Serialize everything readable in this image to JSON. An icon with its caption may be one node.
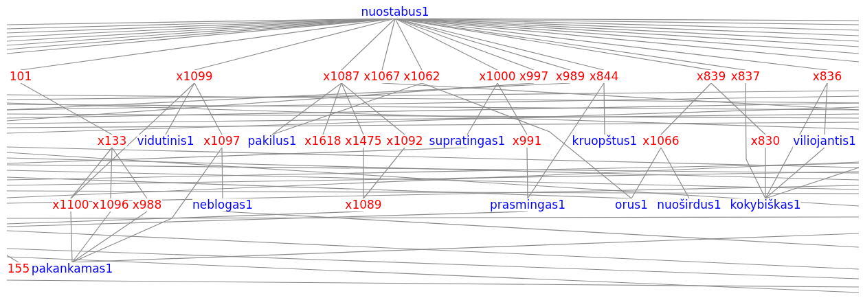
{
  "diagram": {
    "nodes": [
      {
        "text": [
          "nuostabus1"
        ]
      },
      {
        "text": [
          "101"
        ]
      },
      {
        "text": [
          "x1099"
        ]
      },
      {
        "text": [
          "x1087"
        ]
      },
      {
        "text": [
          "x1067"
        ]
      },
      {
        "text": [
          "x1062"
        ]
      },
      {
        "text": [
          "x1000"
        ]
      },
      {
        "text": [
          "x997"
        ]
      },
      {
        "text": [
          "x989"
        ]
      },
      {
        "text": [
          "x844"
        ]
      },
      {
        "text": [
          "x839"
        ]
      },
      {
        "text": [
          "x837"
        ]
      },
      {
        "text": [
          "x836"
        ]
      },
      {
        "text": [
          "x133"
        ]
      },
      {
        "text": [
          "vidutinis1"
        ]
      },
      {
        "text": [
          "x1097"
        ]
      },
      {
        "text": [
          "pakilus1"
        ]
      },
      {
        "text": [
          "x1618"
        ]
      },
      {
        "text": [
          "x1475"
        ]
      },
      {
        "text": [
          "x1092"
        ]
      },
      {
        "text": [
          "supratingas1"
        ]
      },
      {
        "text": [
          "x991"
        ]
      },
      {
        "text": [
          "kruopštus1"
        ]
      },
      {
        "text": [
          "x1066"
        ]
      },
      {
        "text": [
          "x830"
        ]
      },
      {
        "text": [
          "viliojantis1"
        ]
      },
      {
        "text": [
          "x1100"
        ]
      },
      {
        "text": [
          "x1096"
        ]
      },
      {
        "text": [
          "x988"
        ]
      },
      {
        "text": [
          "neblogas1"
        ]
      },
      {
        "text": [
          "x1089"
        ]
      },
      {
        "text": [
          "prasmingas1"
        ]
      },
      {
        "text": [
          "orus1"
        ]
      },
      {
        "text": [
          "nuoširdus1"
        ]
      },
      {
        "text": [
          "kokybiškas1"
        ]
      },
      {
        "text": [
          "155"
        ]
      },
      {
        "text": [
          "pakankamas1"
        ]
      }
    ],
    "edges": [
      {
        "from": 0,
        "to": 1,
        "arrow": "none"
      },
      {
        "from": 0,
        "to": 2,
        "arrow": "none"
      },
      {
        "from": 0,
        "to": 3,
        "arrow": "none"
      },
      {
        "from": 0,
        "to": 4,
        "arrow": "none"
      },
      {
        "from": 0,
        "to": 5,
        "arrow": "none"
      },
      {
        "from": 0,
        "to": 6,
        "arrow": "none"
      },
      {
        "from": 0,
        "to": 7,
        "arrow": "none"
      },
      {
        "from": 0,
        "to": 8,
        "arrow": "none"
      },
      {
        "from": 0,
        "to": 9,
        "arrow": "none"
      },
      {
        "from": 0,
        "to": 10,
        "arrow": "none"
      },
      {
        "from": 0,
        "to": 11,
        "arrow": "none"
      },
      {
        "from": 0,
        "to": 12,
        "arrow": "none"
      },
      {
        "from": 1,
        "to": 13,
        "arrow": "none"
      },
      {
        "from": 2,
        "to": 14,
        "arrow": "none"
      },
      {
        "from": 2,
        "to": 15,
        "arrow": "none"
      },
      {
        "from": 2,
        "to": 26,
        "arrow": "none"
      },
      {
        "from": 3,
        "to": 16,
        "arrow": "none"
      },
      {
        "from": 3,
        "to": 17,
        "arrow": "none"
      },
      {
        "from": 3,
        "to": 18,
        "arrow": "none"
      },
      {
        "from": 3,
        "to": 19,
        "arrow": "none"
      },
      {
        "from": 5,
        "to": 16,
        "arrow": "none"
      },
      {
        "from": 5,
        "to": 32,
        "arrow": "none"
      },
      {
        "from": 6,
        "to": 20,
        "arrow": "none"
      },
      {
        "from": 6,
        "to": 21,
        "arrow": "none"
      },
      {
        "from": 9,
        "to": 22,
        "arrow": "none"
      },
      {
        "from": 9,
        "to": 31,
        "arrow": "none"
      },
      {
        "from": 10,
        "to": 23,
        "arrow": "none"
      },
      {
        "from": 10,
        "to": 24,
        "arrow": "none"
      },
      {
        "from": 11,
        "to": 34,
        "arrow": "none"
      },
      {
        "from": 12,
        "to": 25,
        "arrow": "none"
      },
      {
        "from": 12,
        "to": 34,
        "arrow": "none"
      },
      {
        "from": 13,
        "to": 26,
        "arrow": "none"
      },
      {
        "from": 13,
        "to": 27,
        "arrow": "none"
      },
      {
        "from": 13,
        "to": 28,
        "arrow": "none"
      },
      {
        "from": 15,
        "to": 29,
        "arrow": "none"
      },
      {
        "from": 15,
        "to": 36,
        "arrow": "none"
      },
      {
        "from": 18,
        "to": 30,
        "arrow": "none"
      },
      {
        "from": 19,
        "to": 30,
        "arrow": "none"
      },
      {
        "from": 21,
        "to": 31,
        "arrow": "none"
      },
      {
        "from": 23,
        "to": 32,
        "arrow": "none"
      },
      {
        "from": 23,
        "to": 33,
        "arrow": "none"
      },
      {
        "from": 24,
        "to": 34,
        "arrow": "none"
      },
      {
        "from": 25,
        "to": 34,
        "arrow": "none"
      },
      {
        "from": 26,
        "to": 36,
        "arrow": "none"
      },
      {
        "from": 27,
        "to": 36,
        "arrow": "none"
      },
      {
        "from": 28,
        "to": 36,
        "arrow": "none"
      },
      {
        "from": 0,
        "to": null,
        "arrow": "none"
      },
      {
        "from": 0,
        "to": null,
        "arrow": "none"
      },
      {
        "from": 0,
        "to": null,
        "arrow": "none"
      },
      {
        "from": 0,
        "to": null,
        "arrow": "none"
      },
      {
        "from": 0,
        "to": null,
        "arrow": "none"
      },
      {
        "from": 0,
        "to": null,
        "arrow": "none"
      },
      {
        "from": 0,
        "to": null,
        "arrow": "none"
      },
      {
        "from": 0,
        "to": null,
        "arrow": "none"
      },
      {
        "from": 0,
        "to": null,
        "arrow": "none"
      },
      {
        "from": 0,
        "to": null,
        "arrow": "none"
      },
      {
        "from": 0,
        "to": null,
        "arrow": "none"
      },
      {
        "from": 0,
        "to": null,
        "arrow": "none"
      },
      {
        "from": 0,
        "to": null,
        "arrow": "none"
      },
      {
        "from": 0,
        "to": null,
        "arrow": "none"
      },
      {
        "from": 0,
        "to": null,
        "arrow": "none"
      },
      {
        "from": 0,
        "to": null,
        "arrow": "none"
      },
      {
        "from": 8,
        "to": null,
        "arrow": "none"
      },
      {
        "from": 7,
        "to": null,
        "arrow": "none"
      },
      {
        "from": 4,
        "to": null,
        "arrow": "none"
      },
      {
        "from": 30,
        "to": null,
        "arrow": "none"
      },
      {
        "from": 29,
        "to": null,
        "arrow": "none"
      },
      {
        "from": null,
        "to": 35,
        "arrow": "none"
      },
      {
        "from": 36,
        "to": null,
        "arrow": "none"
      },
      {
        "from": 31,
        "to": null,
        "arrow": "none"
      },
      {
        "from": 32,
        "to": null,
        "arrow": "none"
      },
      {
        "from": 34,
        "to": null,
        "arrow": "none"
      },
      {
        "from": 20,
        "to": null,
        "arrow": "none"
      }
    ]
  }
}
